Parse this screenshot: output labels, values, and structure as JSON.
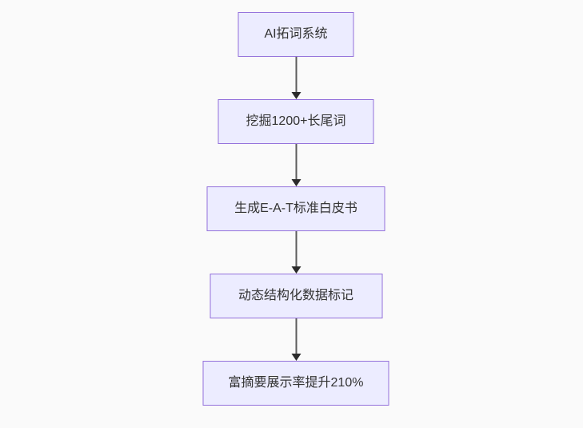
{
  "diagram": {
    "type": "flowchart",
    "direction": "top-down",
    "nodes": [
      {
        "id": "A",
        "label": "AI拓词系统"
      },
      {
        "id": "B",
        "label": "挖掘1200+长尾词"
      },
      {
        "id": "C",
        "label": "生成E-A-T标准白皮书"
      },
      {
        "id": "D",
        "label": "动态结构化数据标记"
      },
      {
        "id": "E",
        "label": "富摘要展示率提升210%"
      }
    ],
    "edges": [
      {
        "from": "A",
        "to": "B"
      },
      {
        "from": "B",
        "to": "C"
      },
      {
        "from": "C",
        "to": "D"
      },
      {
        "from": "D",
        "to": "E"
      }
    ],
    "colors": {
      "node_fill": "#ececff",
      "node_border": "#9370db",
      "edge_line": "#5b5b5b",
      "arrowhead": "#2b2b2b",
      "text": "#333333",
      "background": "#fafafa"
    }
  }
}
